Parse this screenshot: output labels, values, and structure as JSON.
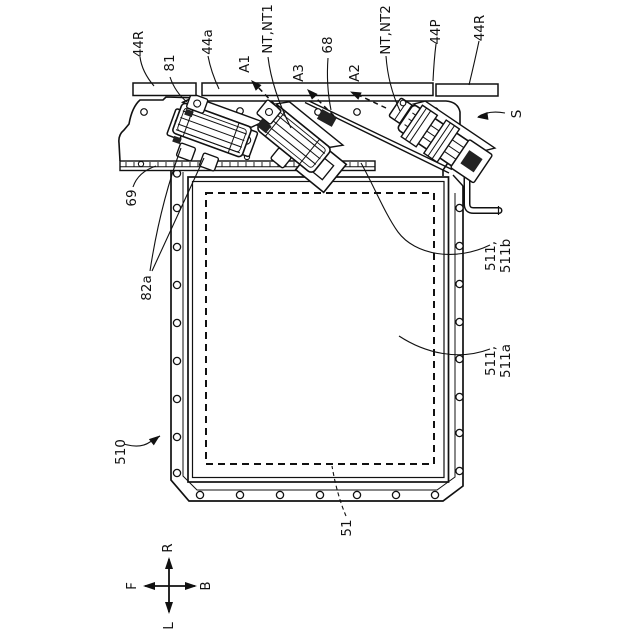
{
  "colors": {
    "line": "#111111",
    "background": "#ffffff"
  },
  "labels": {
    "rail_left": "44R",
    "bracket": "81",
    "rail_top": "44a",
    "conn1": "NT,NT1",
    "a1": "A1",
    "a3": "A3",
    "clip": "68",
    "a2": "A2",
    "conn2": "NT,NT2",
    "pipe": "44P",
    "rail_right": "44R",
    "assembly": "S",
    "flange_end": "69",
    "tabs": "82a",
    "case": "510",
    "inner": "51",
    "wall_b1": "511,",
    "wall_b2": "511b",
    "wall_a1": "511,",
    "wall_a2": "511a",
    "dir_up": "R",
    "dir_down": "L",
    "dir_left": "F",
    "dir_right": "B"
  }
}
